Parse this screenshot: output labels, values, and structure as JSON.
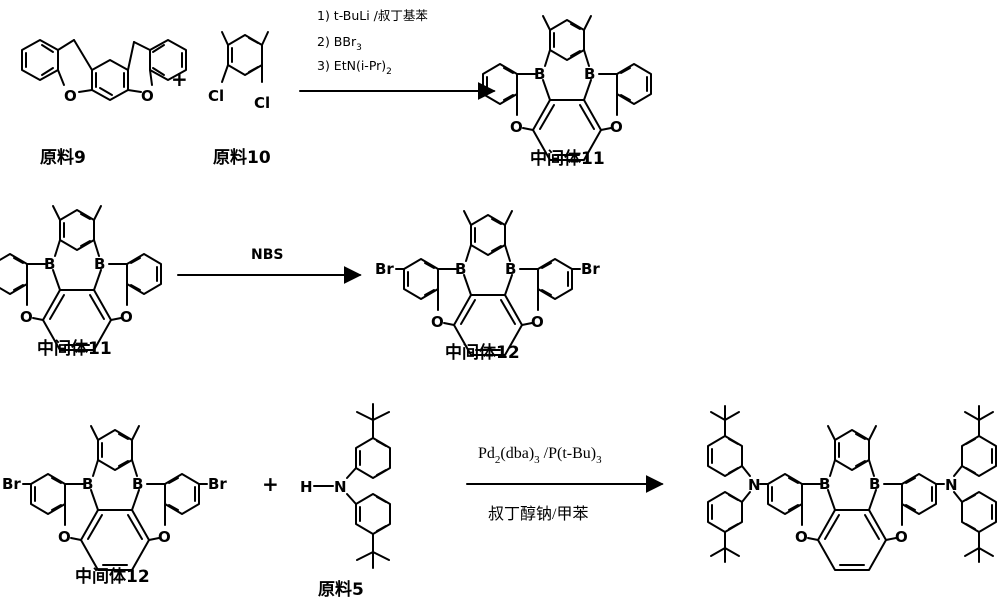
{
  "step1": {
    "plus": "+",
    "label_a": "原料9",
    "label_b": "原料10",
    "label_product": "中间体11",
    "cond_1": "1) t-BuLi /叔丁基苯",
    "cond_2_pre": "2) BBr",
    "cond_2_sub": "3",
    "cond_3": "3) EtN(i-Pr)",
    "cond_3_sub": "2"
  },
  "step2": {
    "label_start": "中间体11",
    "label_product": "中间体12",
    "reagent": "NBS"
  },
  "step3": {
    "plus": "+",
    "label_start": "中间体12",
    "label_amine": "原料5",
    "cat_pd": "Pd",
    "cat_sub1": "2",
    "cat_dba": "(dba)",
    "cat_sub2": "3",
    "cat_lig": " /P(t-Bu)",
    "cat_sub3": "3",
    "base_solvent": "叔丁醇钠/甲苯"
  },
  "atoms": {
    "O": "O",
    "B": "B",
    "Br": "Br",
    "Cl": "Cl",
    "N": "N",
    "H": "H"
  }
}
